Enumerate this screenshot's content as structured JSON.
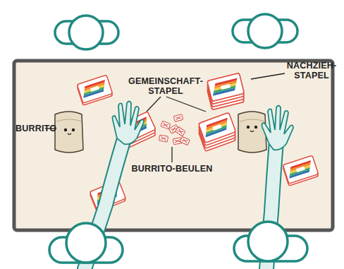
{
  "diagram": {
    "labels": [
      "BURRITO",
      "GEMEINSCHAFT- STAPEL",
      "NACHZIEH- STAPEL",
      "BURRITO-BEULEN"
    ]
  }
}
